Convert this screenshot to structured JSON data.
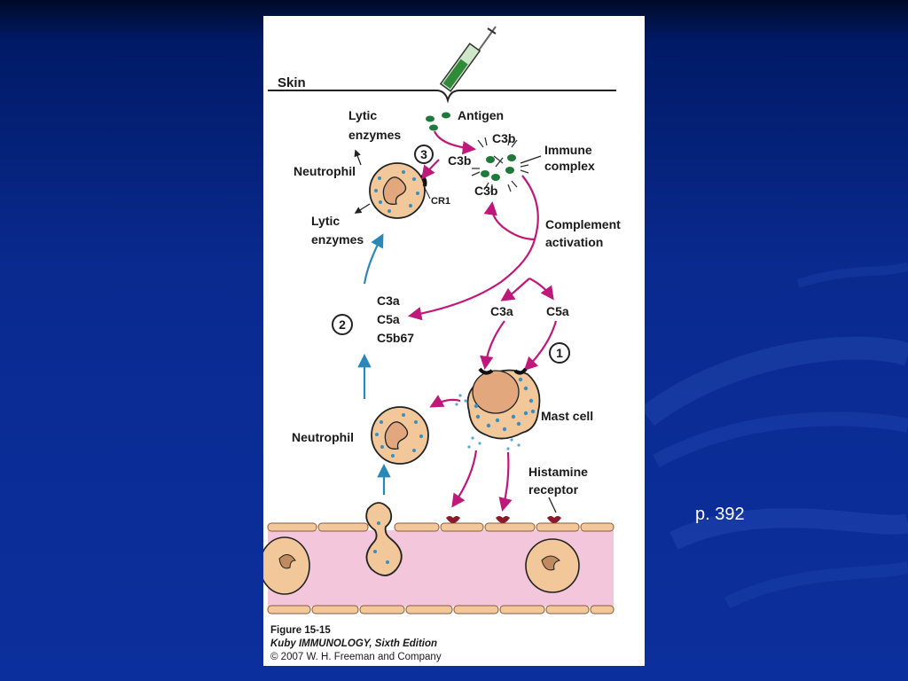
{
  "slide": {
    "page_reference": "p. 392",
    "colors": {
      "background": "#0b2f9c",
      "magenta_arrow": "#c0187a",
      "teal_arrow": "#2a88b8",
      "cell_fill": "#f2c89a",
      "vessel_fill": "#f4c6dc",
      "antigen_green": "#1f7a3a"
    }
  },
  "figure": {
    "labels": {
      "skin": "Skin",
      "antigen": "Antigen",
      "lytic_enzymes_top": "Lytic enzymes",
      "step_3": "3",
      "neutrophil_top": "Neutrophil",
      "c3b_left": "C3b",
      "c3b_top": "C3b",
      "c3b_bottom": "C3b",
      "cr1": "CR1",
      "immune_complex_1": "Immune",
      "immune_complex_2": "complex",
      "lytic_enzymes_mid_1": "Lytic",
      "lytic_enzymes_mid_2": "enzymes",
      "complement_activation_1": "Complement",
      "complement_activation_2": "activation",
      "c3a_left": "C3a",
      "c5a_left": "C5a",
      "c5b67": "C5b67",
      "step_2": "2",
      "c3a_right": "C3a",
      "c5a_right": "C5a",
      "step_1": "1",
      "mast_cell": "Mast cell",
      "neutrophil_mid": "Neutrophil",
      "histamine_receptor_1": "Histamine",
      "histamine_receptor_2": "receptor"
    },
    "caption": {
      "figure_number": "Figure 15-15",
      "book": "Kuby IMMUNOLOGY, Sixth Edition",
      "copyright": "© 2007 W. H. Freeman and Company"
    }
  }
}
